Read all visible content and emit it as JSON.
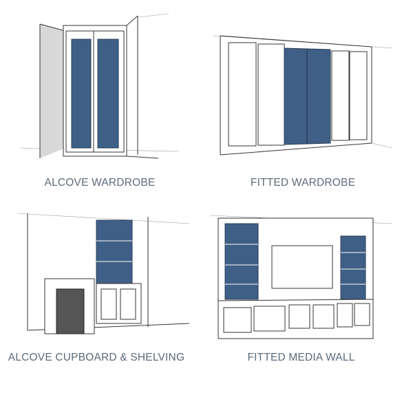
{
  "items": [
    {
      "label": "ALCOVE WARDROBE"
    },
    {
      "label": "FITTED WARDROBE"
    },
    {
      "label": "ALCOVE CUPBOARD & SHELVING"
    },
    {
      "label": "FITTED MEDIA WALL"
    }
  ],
  "colors": {
    "label": "#5b6b7b",
    "accent_blue": "#3f5f86"
  }
}
